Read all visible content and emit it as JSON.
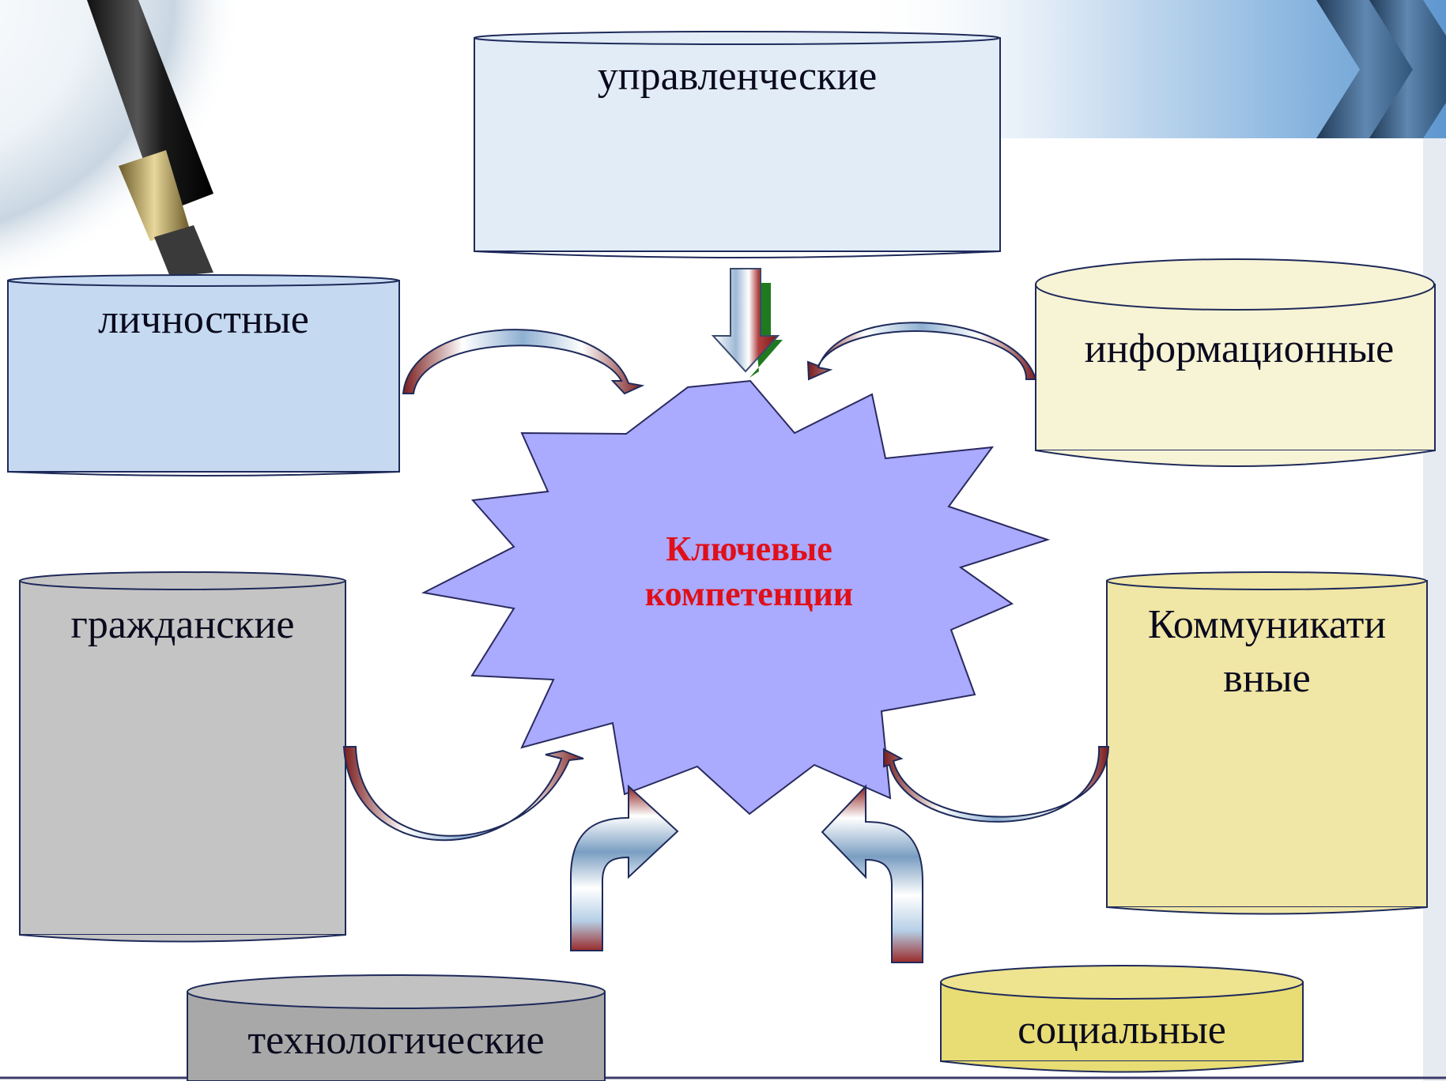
{
  "diagram": {
    "center": {
      "line1": "Ключевые",
      "line2": "компетенции"
    },
    "nodes": {
      "managerial": "управленческие",
      "personal": "личностные",
      "informational": "информационные",
      "civic": "гражданские",
      "communicative_line1": "Коммуникати",
      "communicative_line2": "вные",
      "technological": "технологические",
      "social": "социальные"
    }
  },
  "colors": {
    "star_fill": "#aaaaff",
    "center_text": "#e0101a",
    "managerial_fill": "#e2ecf7",
    "personal_fill": "#c5daf0",
    "informational_fill": "#f7f3d5",
    "civic_fill": "#c4c4c4",
    "communicative_fill": "#f0e6a5",
    "technological_fill": "#a8a8a8",
    "social_fill": "#e8dc74",
    "header_band": "#6fa3d6",
    "chevron": "#2e5378"
  }
}
